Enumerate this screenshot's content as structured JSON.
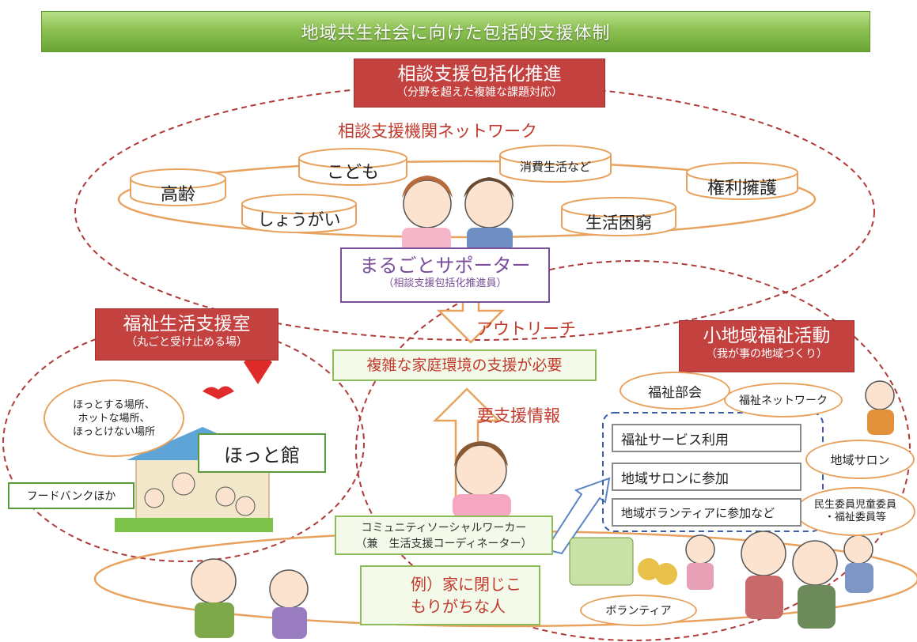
{
  "title": "地域共生社会に向けた包括的支援体制",
  "consult": {
    "title": "相談支援包括化推進",
    "subtitle": "（分野を超えた複雑な課題対応）",
    "network_label": "相談支援機関ネットワーク",
    "cylinders": [
      "高齢",
      "こども",
      "消費生活など",
      "権利擁護",
      "しょうがい",
      "生活困窮"
    ],
    "supporter": "まるごとサポーター",
    "supporter_sub": "（相談支援包括化推進員）"
  },
  "outreach": "アウトリーチ",
  "center_box": "複雑な家庭環境の支援が必要",
  "info": "要支援情報",
  "welfare_room": {
    "title": "福祉生活支援室",
    "subtitle": "（丸ごと受け止める場）",
    "bubble": "ほっとする場所、\nホットな場所、\nほっとけない場所",
    "hall": "ほっと館",
    "food": "フードバンクほか"
  },
  "community": {
    "title": "小地域福祉活動",
    "subtitle": "（我が事の地域づくり）",
    "ovals": [
      "福祉部会",
      "福祉ネットワーク",
      "地域サロン",
      "民生委員児童委員\n・福祉委員等",
      "ボランティア"
    ],
    "cards": [
      "福祉サービス利用",
      "地域サロンに参加",
      "地域ボランティアに参加など"
    ]
  },
  "csw": {
    "line1": "コミュニティソーシャルワーカー",
    "line2": "（兼　生活支援コーディネーター）"
  },
  "example": "例）家に閉じこもりがちな人",
  "colors": {
    "ellipse_dash": "#b03a38",
    "orange": "#e8a25d",
    "accent_red": "#c3413e",
    "banner_green": "#8cc152",
    "purple": "#7a4f9a"
  }
}
